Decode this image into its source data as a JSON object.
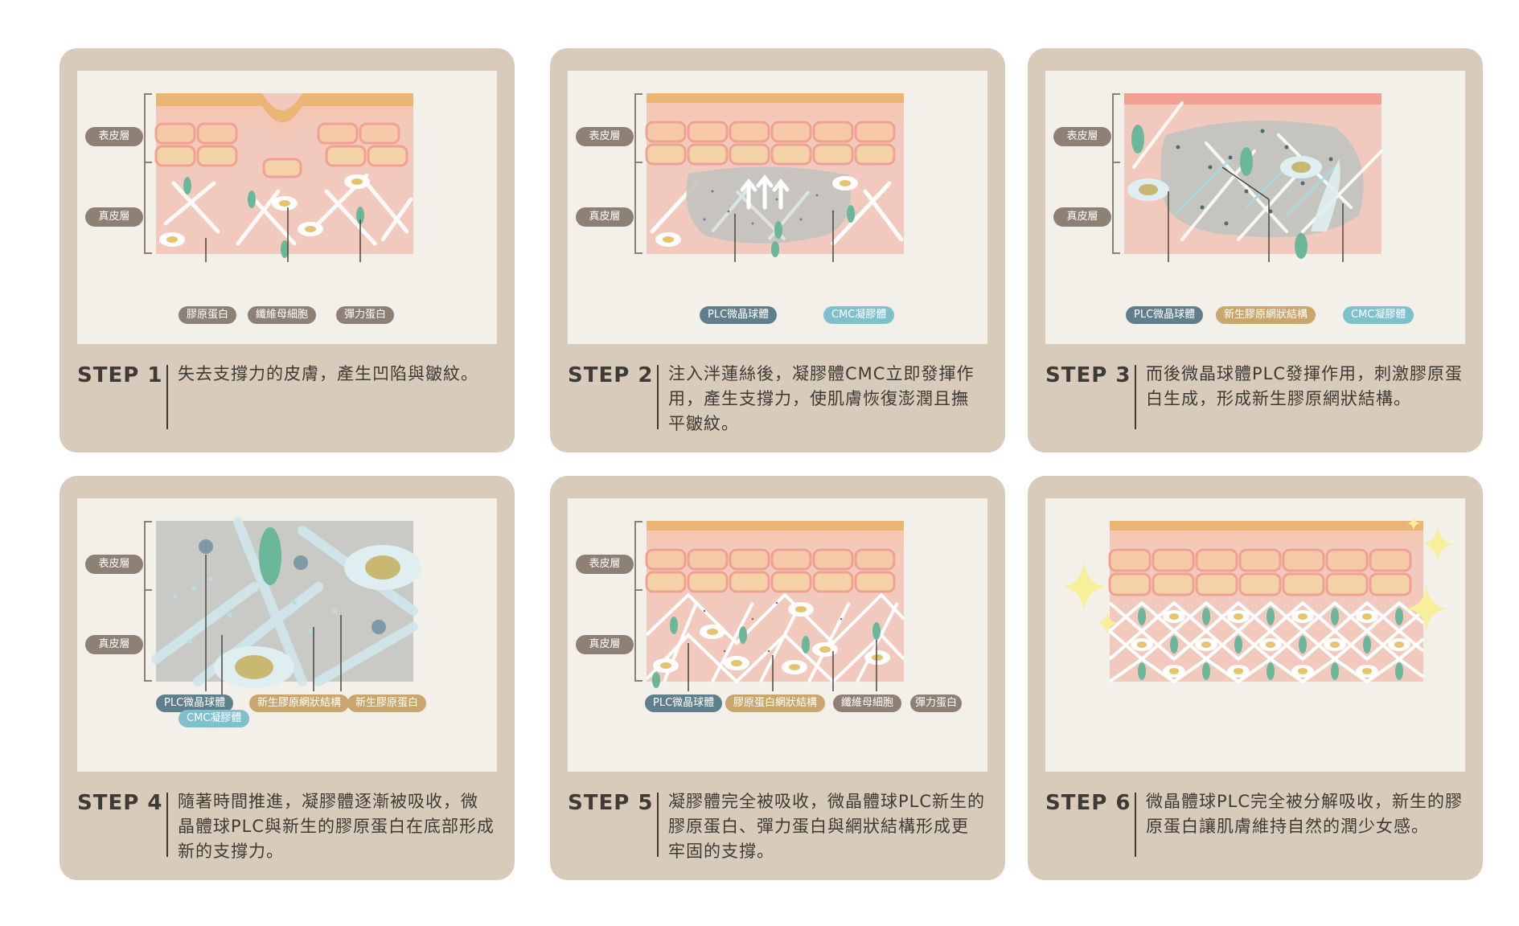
{
  "layers": {
    "epidermis": "表皮層",
    "dermis": "真皮層"
  },
  "colors": {
    "card": "#d8cbba",
    "panel": "#f3efe9",
    "epidermis_top": "#ebb575",
    "cell_row": "#f6c9a9",
    "dermis": "#f2cabd",
    "fibroblast": "#6bb79a",
    "gel": "#c2c3bf",
    "plc_label": "#5f7f8c",
    "cmc_label": "#7ec1cc",
    "collagen_label": "#c9a66b"
  },
  "icons": [
    "sparkle-icon"
  ],
  "steps": [
    {
      "title": "STEP 1",
      "text": "失去支撐力的皮膚，產生凹陷與皺紋。",
      "labels": [
        "膠原蛋白",
        "纖維母細胞",
        "彈力蛋白"
      ]
    },
    {
      "title": "STEP 2",
      "text": "注入泮蓮絲後，凝膠體CMC立即發揮作用，產生支撐力，使肌膚恢復澎潤且撫平皺紋。",
      "labels": [
        "PLC微晶球體",
        "CMC凝膠體"
      ]
    },
    {
      "title": "STEP 3",
      "text": "而後微晶球體PLC發揮作用，刺激膠原蛋白生成，形成新生膠原網狀結構。",
      "labels": [
        "PLC微晶球體",
        "新生膠原網狀結構",
        "CMC凝膠體"
      ]
    },
    {
      "title": "STEP 4",
      "text": "隨著時間推進，凝膠體逐漸被吸收，微晶體球PLC與新生的膠原蛋白在底部形成新的支撐力。",
      "labels": [
        "PLC微晶球體",
        "CMC凝膠體",
        "新生膠原網狀結構",
        "新生膠原蛋白"
      ]
    },
    {
      "title": "STEP 5",
      "text": "凝膠體完全被吸收，微晶體球PLC新生的膠原蛋白、彈力蛋白與網狀結構形成更牢固的支撐。",
      "labels": [
        "PLC微晶球體",
        "膠原蛋白網狀結構",
        "纖維母細胞",
        "彈力蛋白"
      ]
    },
    {
      "title": "STEP 6",
      "text": "微晶體球PLC完全被分解吸收，新生的膠原蛋白讓肌膚維持自然的潤少女感。",
      "labels": []
    }
  ]
}
